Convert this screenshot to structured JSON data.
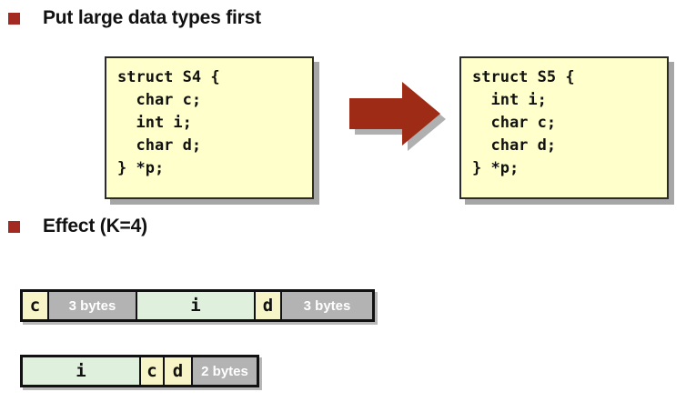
{
  "slide": {
    "bullets": [
      {
        "text": "Put large data types first"
      },
      {
        "text": "Effect (K=4)"
      }
    ],
    "code_boxes": [
      {
        "name": "struct-s4",
        "code": "struct S4 {\n  char c;\n  int i;\n  char d;\n} *p;"
      },
      {
        "name": "struct-s5",
        "code": "struct S5 {\n  int i;\n  char c;\n  char d;\n} *p;"
      }
    ],
    "arrow": {
      "direction": "right",
      "color": "#9e2b16",
      "shadow_color": "#b0b0b0"
    },
    "memory_layouts": [
      {
        "name": "layout-s4",
        "cells": [
          {
            "label": "c",
            "kind": "var",
            "width": 29
          },
          {
            "label": "3 bytes",
            "kind": "pad",
            "width": 97
          },
          {
            "label": "i",
            "kind": "int",
            "width": 130
          },
          {
            "label": "d",
            "kind": "var",
            "width": 29
          },
          {
            "label": "3 bytes",
            "kind": "pad",
            "width": 99
          }
        ]
      },
      {
        "name": "layout-s5",
        "cells": [
          {
            "label": "i",
            "kind": "int",
            "width": 130
          },
          {
            "label": "c",
            "kind": "var",
            "width": 26
          },
          {
            "label": "d",
            "kind": "var",
            "width": 31
          },
          {
            "label": "2 bytes",
            "kind": "pad",
            "width": 70
          }
        ]
      }
    ],
    "colors": {
      "bullet": "#a32a20",
      "code_box_bg": "#ffffcc",
      "var_cell": "#f7f5c8",
      "int_cell": "#dff0dd",
      "pad_cell": "#b3b3b3",
      "arrow": "#9e2b16"
    }
  }
}
